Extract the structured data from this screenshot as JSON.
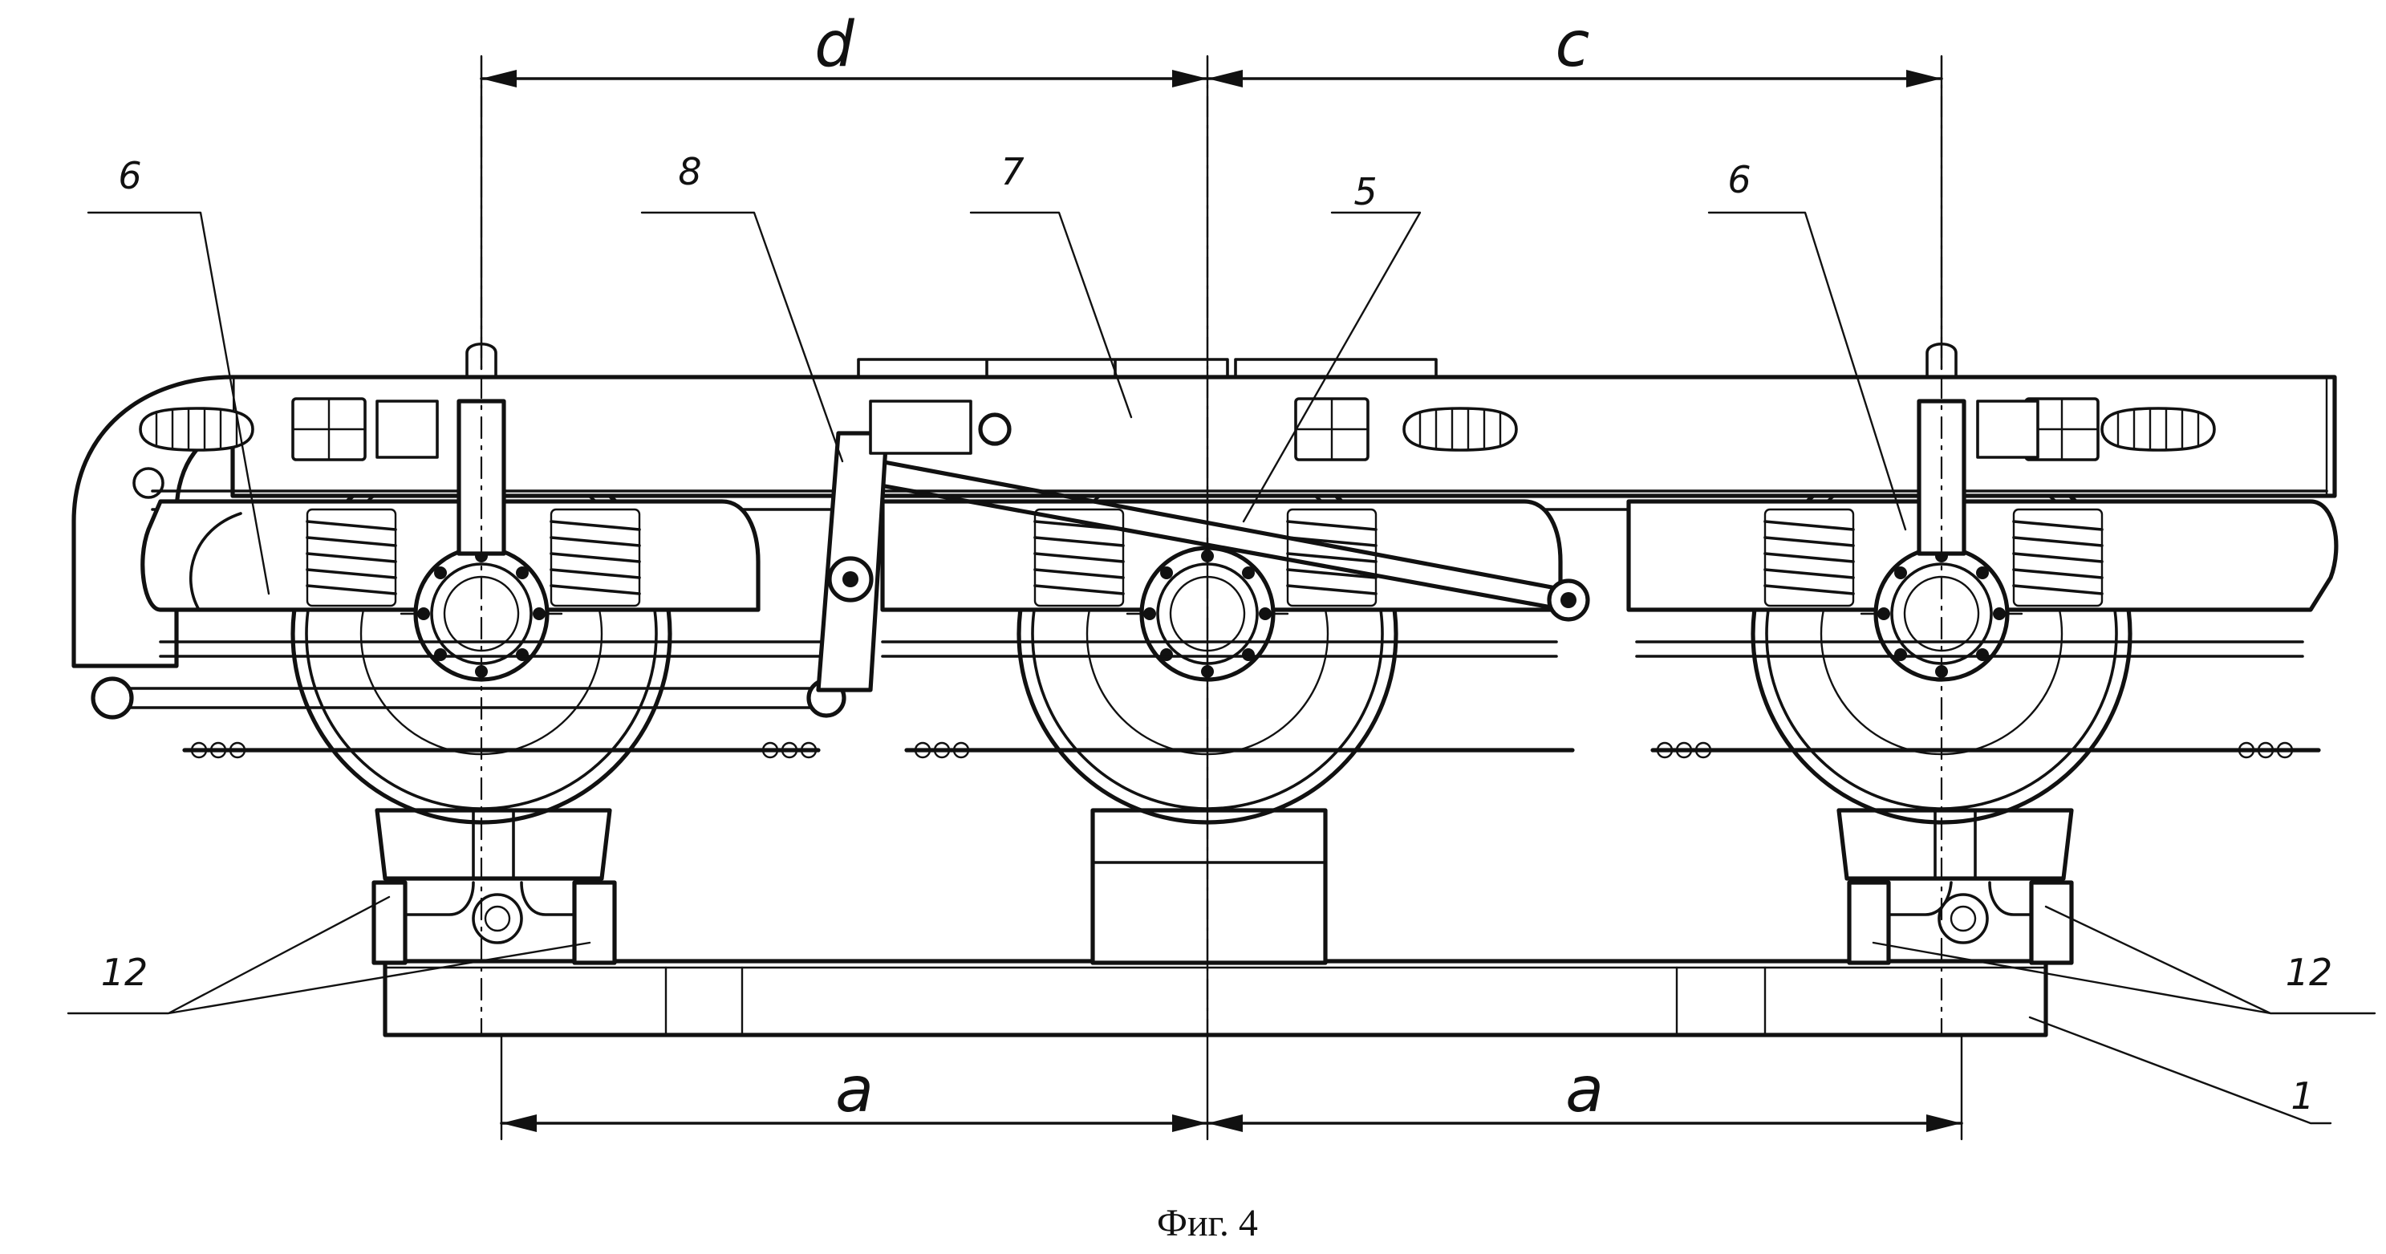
{
  "figure": {
    "caption": "Фиг. 4"
  },
  "dimensions": {
    "d": "d",
    "c": "c",
    "a_left": "a",
    "a_right": "a"
  },
  "callouts": {
    "frame_left": "6",
    "lever": "8",
    "beam": "7",
    "rod": "5",
    "frame_right": "6",
    "supports_left": "12",
    "supports_right": "12",
    "base": "1"
  },
  "colors": {
    "ink": "#111111",
    "paper": "#ffffff"
  }
}
